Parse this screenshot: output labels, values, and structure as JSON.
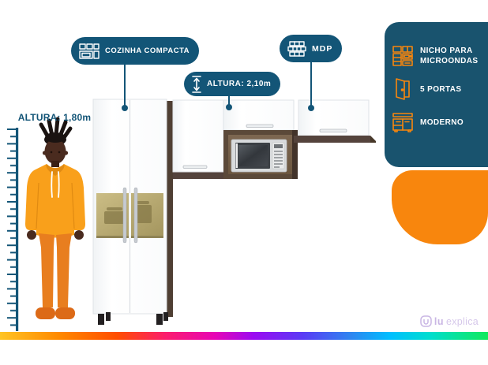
{
  "badges": {
    "cozinha": {
      "label": "COZINHA COMPACTA",
      "icon": "kitchen-cabinets-icon"
    },
    "altura": {
      "label": "ALTURA: 2,10m",
      "icon": "height-arrow-icon"
    },
    "mdp": {
      "label": "MDP",
      "icon": "wood-boards-icon"
    }
  },
  "person": {
    "height_label": "ALTURA: 1,80m"
  },
  "features_panel": {
    "items": [
      {
        "label": "NICHO PARA MICROONDAS",
        "icon": "microwave-niche-icon"
      },
      {
        "label": "5 PORTAS",
        "icon": "open-door-icon"
      },
      {
        "label": "MODERNO",
        "icon": "modern-cabinet-icon"
      }
    ]
  },
  "footer": {
    "logo_lu": "lu",
    "logo_explica": "explica"
  },
  "palette": {
    "brand_blue": "#135577",
    "panel_blue": "#19536E",
    "accent_orange": "#F8860D",
    "blob_orange": "#F8860D",
    "hoodie_orange": "#F9A01B",
    "hood_shade": "#E08A12",
    "pants_orange": "#E87E1F",
    "shoe_orange": "#DC6A17",
    "skin_dark": "#4A2B1F",
    "hair_black": "#1A1311",
    "wood_dark": "#4F3F33",
    "wood_board": "#54433C",
    "niche_frame": "#5B4939",
    "legs_black": "#232021",
    "logo_lavender": "#C9B6E4",
    "rainbow": [
      "#FFC425 0%",
      "#FF8A00 12%",
      "#FF4D00 24%",
      "#FB1E6E 34%",
      "#E705B5 44%",
      "#9B0BF2 52%",
      "#5A3BF5 62%",
      "#2E86F0 72%",
      "#00BFFF 80%",
      "#00DDD0 88%",
      "#12E95C 100%"
    ]
  }
}
